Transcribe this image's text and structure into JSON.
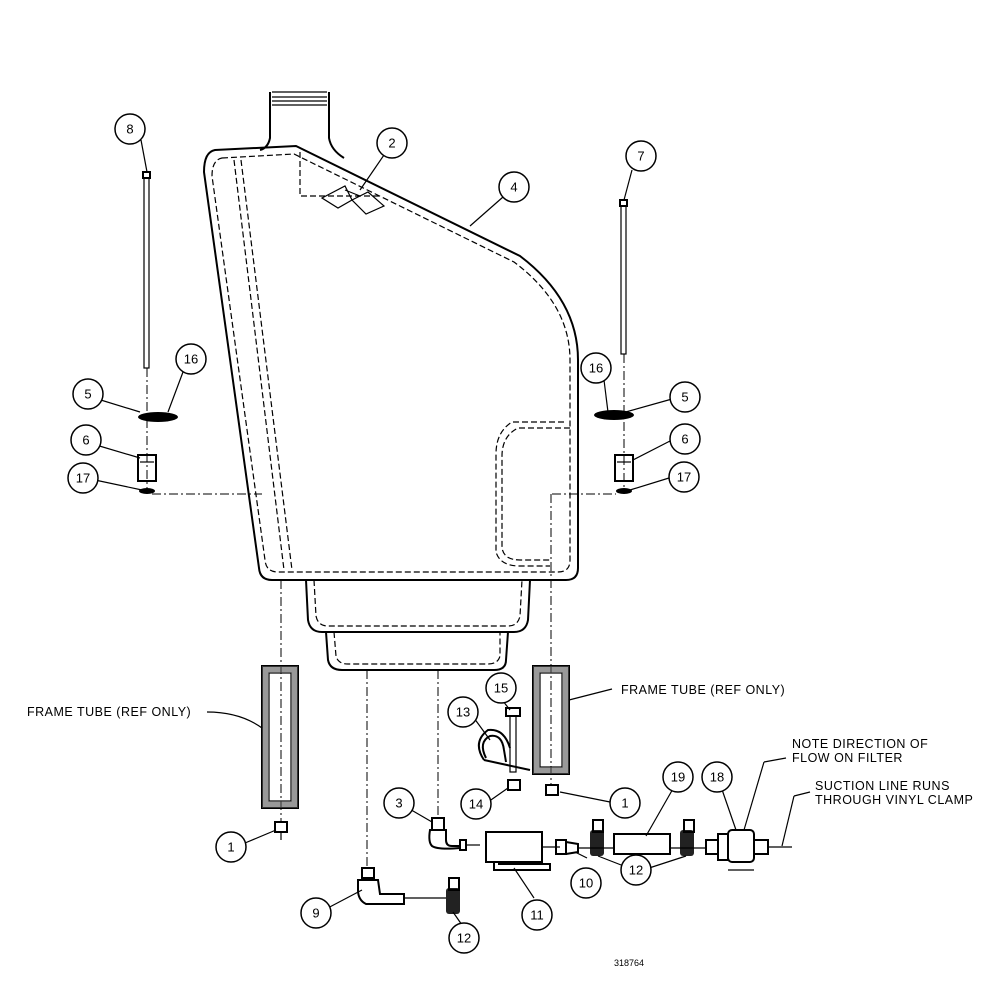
{
  "drawing_number": "318764",
  "notes": {
    "frame_tube_left": "FRAME TUBE (REF ONLY)",
    "frame_tube_right": "FRAME TUBE (REF ONLY)",
    "filter_note_line1": "NOTE DIRECTION OF",
    "filter_note_line2": "FLOW ON FILTER",
    "suction_note_line1": "SUCTION LINE RUNS",
    "suction_note_line2": "THROUGH VINYL CLAMP"
  },
  "callouts": [
    {
      "id": "c8",
      "label": "8"
    },
    {
      "id": "c2",
      "label": "2"
    },
    {
      "id": "c4",
      "label": "4"
    },
    {
      "id": "c7",
      "label": "7"
    },
    {
      "id": "c16L",
      "label": "16"
    },
    {
      "id": "c5L",
      "label": "5"
    },
    {
      "id": "c16R",
      "label": "16"
    },
    {
      "id": "c5R",
      "label": "5"
    },
    {
      "id": "c6L",
      "label": "6"
    },
    {
      "id": "c6R",
      "label": "6"
    },
    {
      "id": "c17L",
      "label": "17"
    },
    {
      "id": "c17R",
      "label": "17"
    },
    {
      "id": "c15",
      "label": "15"
    },
    {
      "id": "c13",
      "label": "13"
    },
    {
      "id": "c14",
      "label": "14"
    },
    {
      "id": "c1R",
      "label": "1"
    },
    {
      "id": "c19",
      "label": "19"
    },
    {
      "id": "c18",
      "label": "18"
    },
    {
      "id": "c3",
      "label": "3"
    },
    {
      "id": "c1L",
      "label": "1"
    },
    {
      "id": "c10",
      "label": "10"
    },
    {
      "id": "c12a",
      "label": "12"
    },
    {
      "id": "c11",
      "label": "11"
    },
    {
      "id": "c9",
      "label": "9"
    },
    {
      "id": "c12b",
      "label": "12"
    }
  ]
}
